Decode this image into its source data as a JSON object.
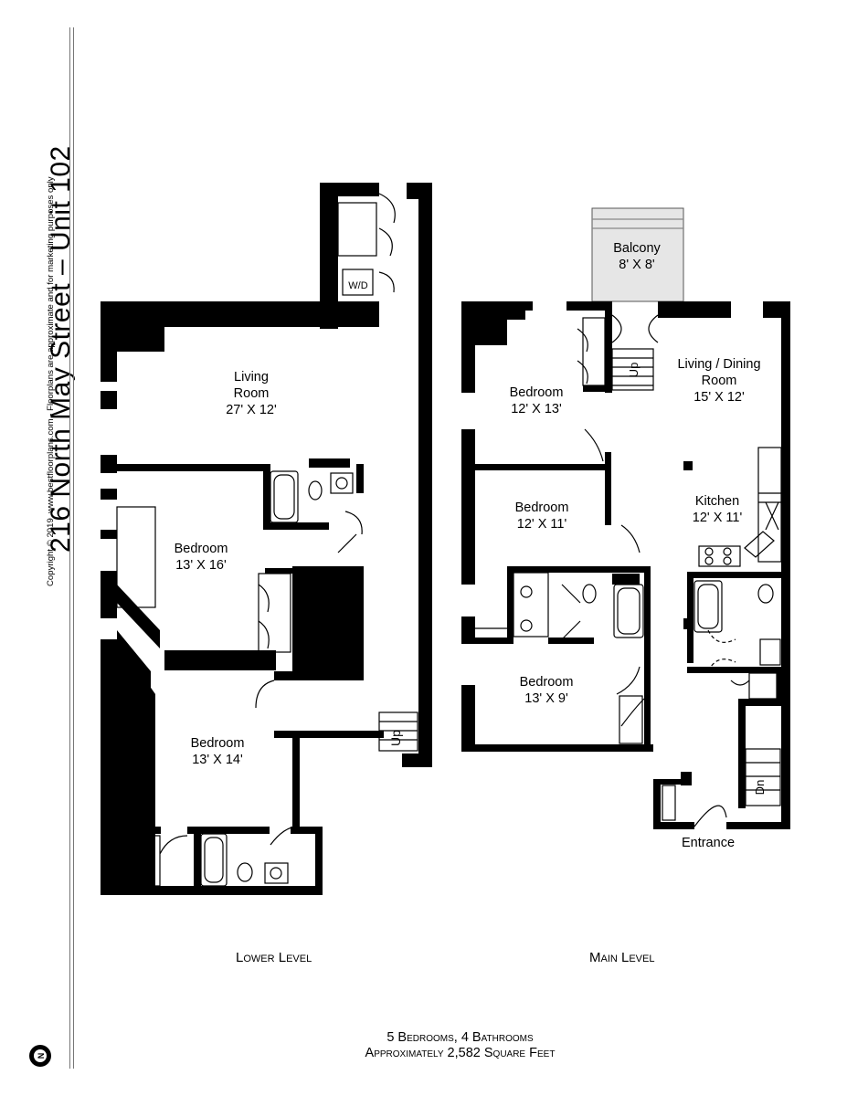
{
  "title": "216 North May Street – Unit 102",
  "copyright": "Copyright © 2019, www.bestfloorplans.com - Floorplans are approximate and for marketing purposes only",
  "lower_level": {
    "caption": "Lower Level",
    "rooms": [
      {
        "name": "Living Room",
        "line1": "Living",
        "line2": "Room",
        "size": "27' X 12'"
      },
      {
        "name": "Bedroom",
        "size": "13' X 16'"
      },
      {
        "name": "Bedroom",
        "size": "13' X 14'"
      }
    ],
    "labels": {
      "wd": "W/D",
      "up": "Up"
    }
  },
  "main_level": {
    "caption": "Main Level",
    "rooms": [
      {
        "name": "Balcony",
        "size": "8' X 8'"
      },
      {
        "name": "Bedroom",
        "size": "12' X 13'"
      },
      {
        "name": "Living / Dining",
        "line2": "Room",
        "size": "15' X 12'"
      },
      {
        "name": "Bedroom",
        "size": "12' X 11'"
      },
      {
        "name": "Kitchen",
        "size": "12' X 11'"
      },
      {
        "name": "Bedroom",
        "size": "13' X 9'"
      }
    ],
    "labels": {
      "up": "Up",
      "dn": "Dn",
      "entrance": "Entrance"
    }
  },
  "summary": {
    "line1": "5 Bedrooms, 4 Bathrooms",
    "line2": "Approximately 2,582 Square Feet"
  },
  "compass": "N"
}
